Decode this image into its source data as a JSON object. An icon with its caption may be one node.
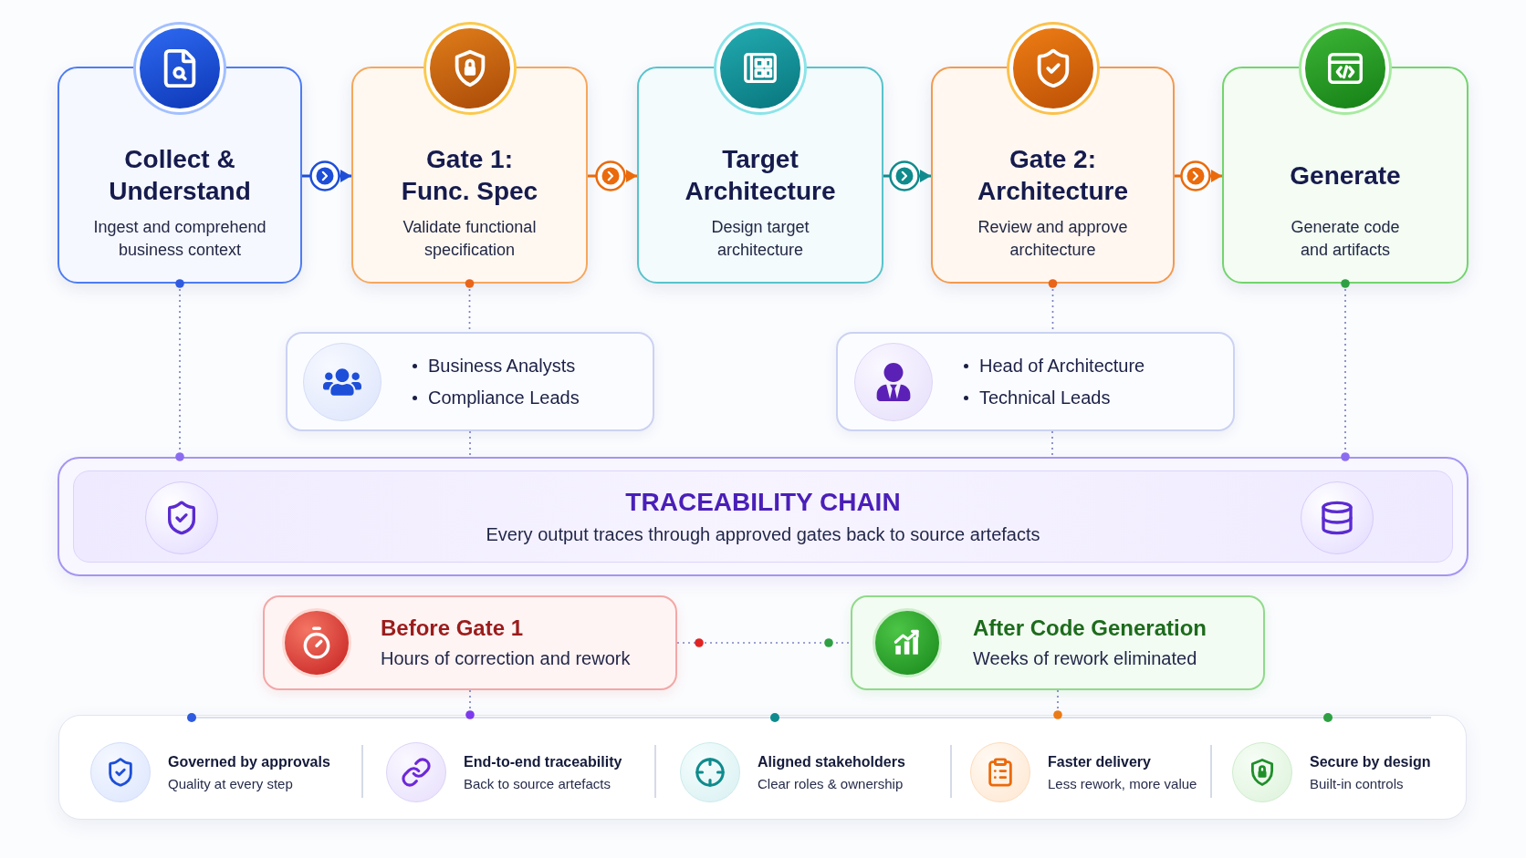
{
  "diagram": {
    "nodes": [
      {
        "text": [
          "Collect & Understand",
          "Ingest and comprehend business context"
        ]
      },
      {
        "text": [
          "Gate 1: Func. Spec",
          "Validate functional specification"
        ]
      },
      {
        "text": [
          "Target Architecture",
          "Design target architecture"
        ]
      },
      {
        "text": [
          "Gate 2: Architecture",
          "Review and approve architecture"
        ]
      },
      {
        "text": [
          "Generate",
          "Generate code and artifacts"
        ]
      },
      {
        "text": [
          "Business Analysts",
          "Compliance Leads"
        ]
      },
      {
        "text": [
          "Head of Architecture",
          "Technical Leads"
        ]
      },
      {
        "text": [
          "TRACEABILITY CHAIN",
          "Every output traces through approved gates back to source artefacts"
        ]
      },
      {
        "text": [
          "Before Gate 1",
          "Hours of correction and rework"
        ]
      },
      {
        "text": [
          "After Code Generation",
          "Weeks of rework eliminated"
        ]
      },
      {
        "text": [],
        "shape": "box"
      },
      {
        "text": [
          "Governed by approvals",
          "Quality at every step"
        ],
        "in": 10
      },
      {
        "text": [
          "End-to-end traceability",
          "Back to source artefacts"
        ],
        "in": 10
      },
      {
        "text": [
          "Aligned stakeholders",
          "Clear roles & ownership"
        ],
        "in": 10
      },
      {
        "text": [
          "Faster delivery",
          "Less rework, more value"
        ],
        "in": 10
      },
      {
        "text": [
          "Secure by design",
          "Built-in controls"
        ],
        "in": 10
      }
    ],
    "edges": [
      {
        "from": 0,
        "to": 1,
        "arrow": "to",
        "color": "#1d4ed8"
      },
      {
        "from": 1,
        "to": 2,
        "arrow": "to",
        "color": "#ea6a0c"
      },
      {
        "from": 2,
        "to": 3,
        "arrow": "to",
        "color": "#0f8b8d"
      },
      {
        "from": 3,
        "to": 4,
        "arrow": "to",
        "color": "#ea6a0c"
      },
      {
        "from": 0,
        "to": 7,
        "arrow": "other",
        "style": "dashed"
      },
      {
        "from": 1,
        "to": 5,
        "arrow": "other",
        "style": "dashed"
      },
      {
        "from": 5,
        "to": 7,
        "arrow": "none",
        "style": "dashed"
      },
      {
        "from": 3,
        "to": 6,
        "arrow": "other",
        "style": "dashed"
      },
      {
        "from": 6,
        "to": 7,
        "arrow": "none",
        "style": "dashed"
      },
      {
        "from": 4,
        "to": 7,
        "arrow": "other",
        "style": "dashed"
      },
      {
        "from": 8,
        "to": 9,
        "arrow": "other",
        "style": "dashed"
      },
      {
        "from": 8,
        "to": 10,
        "arrow": "other",
        "style": "dashed"
      },
      {
        "from": 9,
        "to": 10,
        "arrow": "other",
        "style": "dashed"
      }
    ]
  }
}
